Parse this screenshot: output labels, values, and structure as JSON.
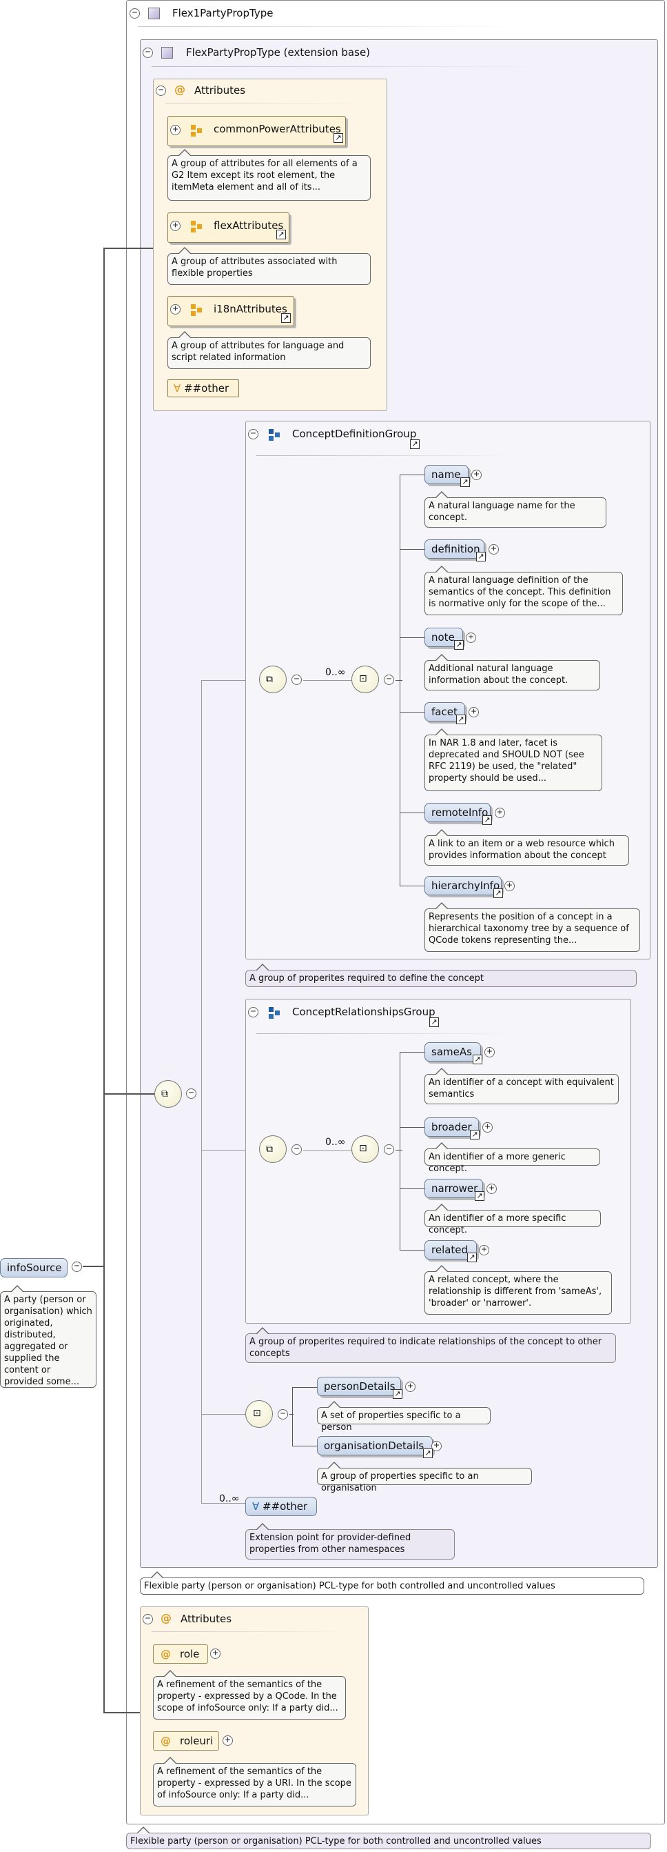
{
  "root_type": "Flex1PartyPropType",
  "extension_base": "FlexPartyPropType (extension base)",
  "attributes_label": "Attributes",
  "attribute_groups": [
    {
      "name": "commonPowerAttributes",
      "desc": "A group of attributes for all elements of a G2 Item except its root element, the itemMeta element and all of its..."
    },
    {
      "name": "flexAttributes",
      "desc": "A group of attributes associated with flexible properties"
    },
    {
      "name": "i18nAttributes",
      "desc": "A group of attributes for language and script related information"
    }
  ],
  "any_attribute": "##other",
  "concept_definition_group": {
    "name": "ConceptDefinitionGroup",
    "multiplicity": "0..∞",
    "desc": "A group of properites required to define the concept",
    "elements": [
      {
        "name": "name",
        "desc": "A natural language name for the concept."
      },
      {
        "name": "definition",
        "desc": "A natural language definition of the semantics of the concept. This definition is normative only for the scope of the..."
      },
      {
        "name": "note",
        "desc": "Additional natural language information about the concept."
      },
      {
        "name": "facet",
        "desc": "In NAR 1.8 and later, facet is deprecated and SHOULD NOT (see RFC 2119) be used, the \"related\" property should be used..."
      },
      {
        "name": "remoteInfo",
        "desc": "A link to an item or a web resource which provides information about the concept"
      },
      {
        "name": "hierarchyInfo",
        "desc": "Represents the position of a concept in a hierarchical taxonomy tree by a sequence of QCode tokens representing the..."
      }
    ]
  },
  "concept_relationships_group": {
    "name": "ConceptRelationshipsGroup",
    "multiplicity": "0..∞",
    "desc": "A group of properites required to indicate relationships of the concept to other concepts",
    "elements": [
      {
        "name": "sameAs",
        "desc": "An identifier of a concept with equivalent semantics"
      },
      {
        "name": "broader",
        "desc": "An identifier of a more generic concept."
      },
      {
        "name": "narrower",
        "desc": "An identifier of a more specific concept."
      },
      {
        "name": "related",
        "desc": "A related concept, where the relationship is different from 'sameAs', 'broader' or 'narrower'."
      }
    ]
  },
  "choice_elements": [
    {
      "name": "personDetails",
      "desc": "A set of properties specific to a person"
    },
    {
      "name": "organisationDetails",
      "desc": "A group of properties specific to an organisation"
    }
  ],
  "any_element": {
    "multiplicity": "0..∞",
    "label": "##other",
    "desc": "Extension point for provider-defined properties from other namespaces"
  },
  "ext_desc": "Flexible party (person or organisation) PCL-type for both controlled and uncontrolled values",
  "own_attributes": [
    {
      "name": "role",
      "desc": "A refinement of the semantics of the property - expressed by a QCode. In the scope of infoSource only: If a party did..."
    },
    {
      "name": "roleuri",
      "desc": "A refinement of the semantics of the property - expressed by a URI. In the scope of infoSource only: If a party did..."
    }
  ],
  "root_desc": "Flexible party (person or organisation) PCL-type for both controlled and uncontrolled values",
  "element": {
    "name": "infoSource",
    "desc": "A party (person or organisation) which originated, distributed, aggregated or supplied the content or provided some..."
  }
}
